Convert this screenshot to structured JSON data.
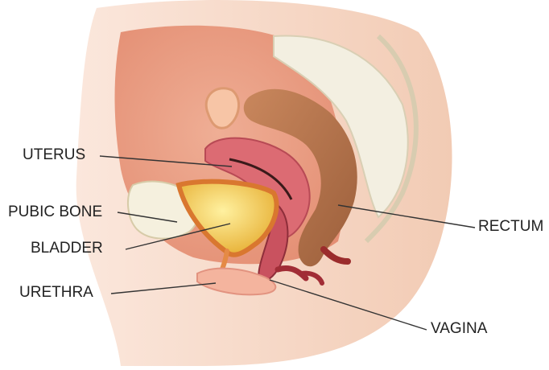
{
  "labels": {
    "uterus": "UTERUS",
    "pubic_bone": "PUBIC BONE",
    "bladder": "BLADDER",
    "urethra": "URETHRA",
    "rectum": "RECTUM",
    "vagina": "VAGINA"
  },
  "colors": {
    "skin": "#f6d7c5",
    "abdomen": "#e99a7f",
    "spine": "#f0ede0",
    "uterus": "#d9626c",
    "bladder": "#f0c84c",
    "rectum": "#b7744d",
    "bone": "#f4f0e0",
    "leader": "#333333",
    "label": "#222222"
  }
}
